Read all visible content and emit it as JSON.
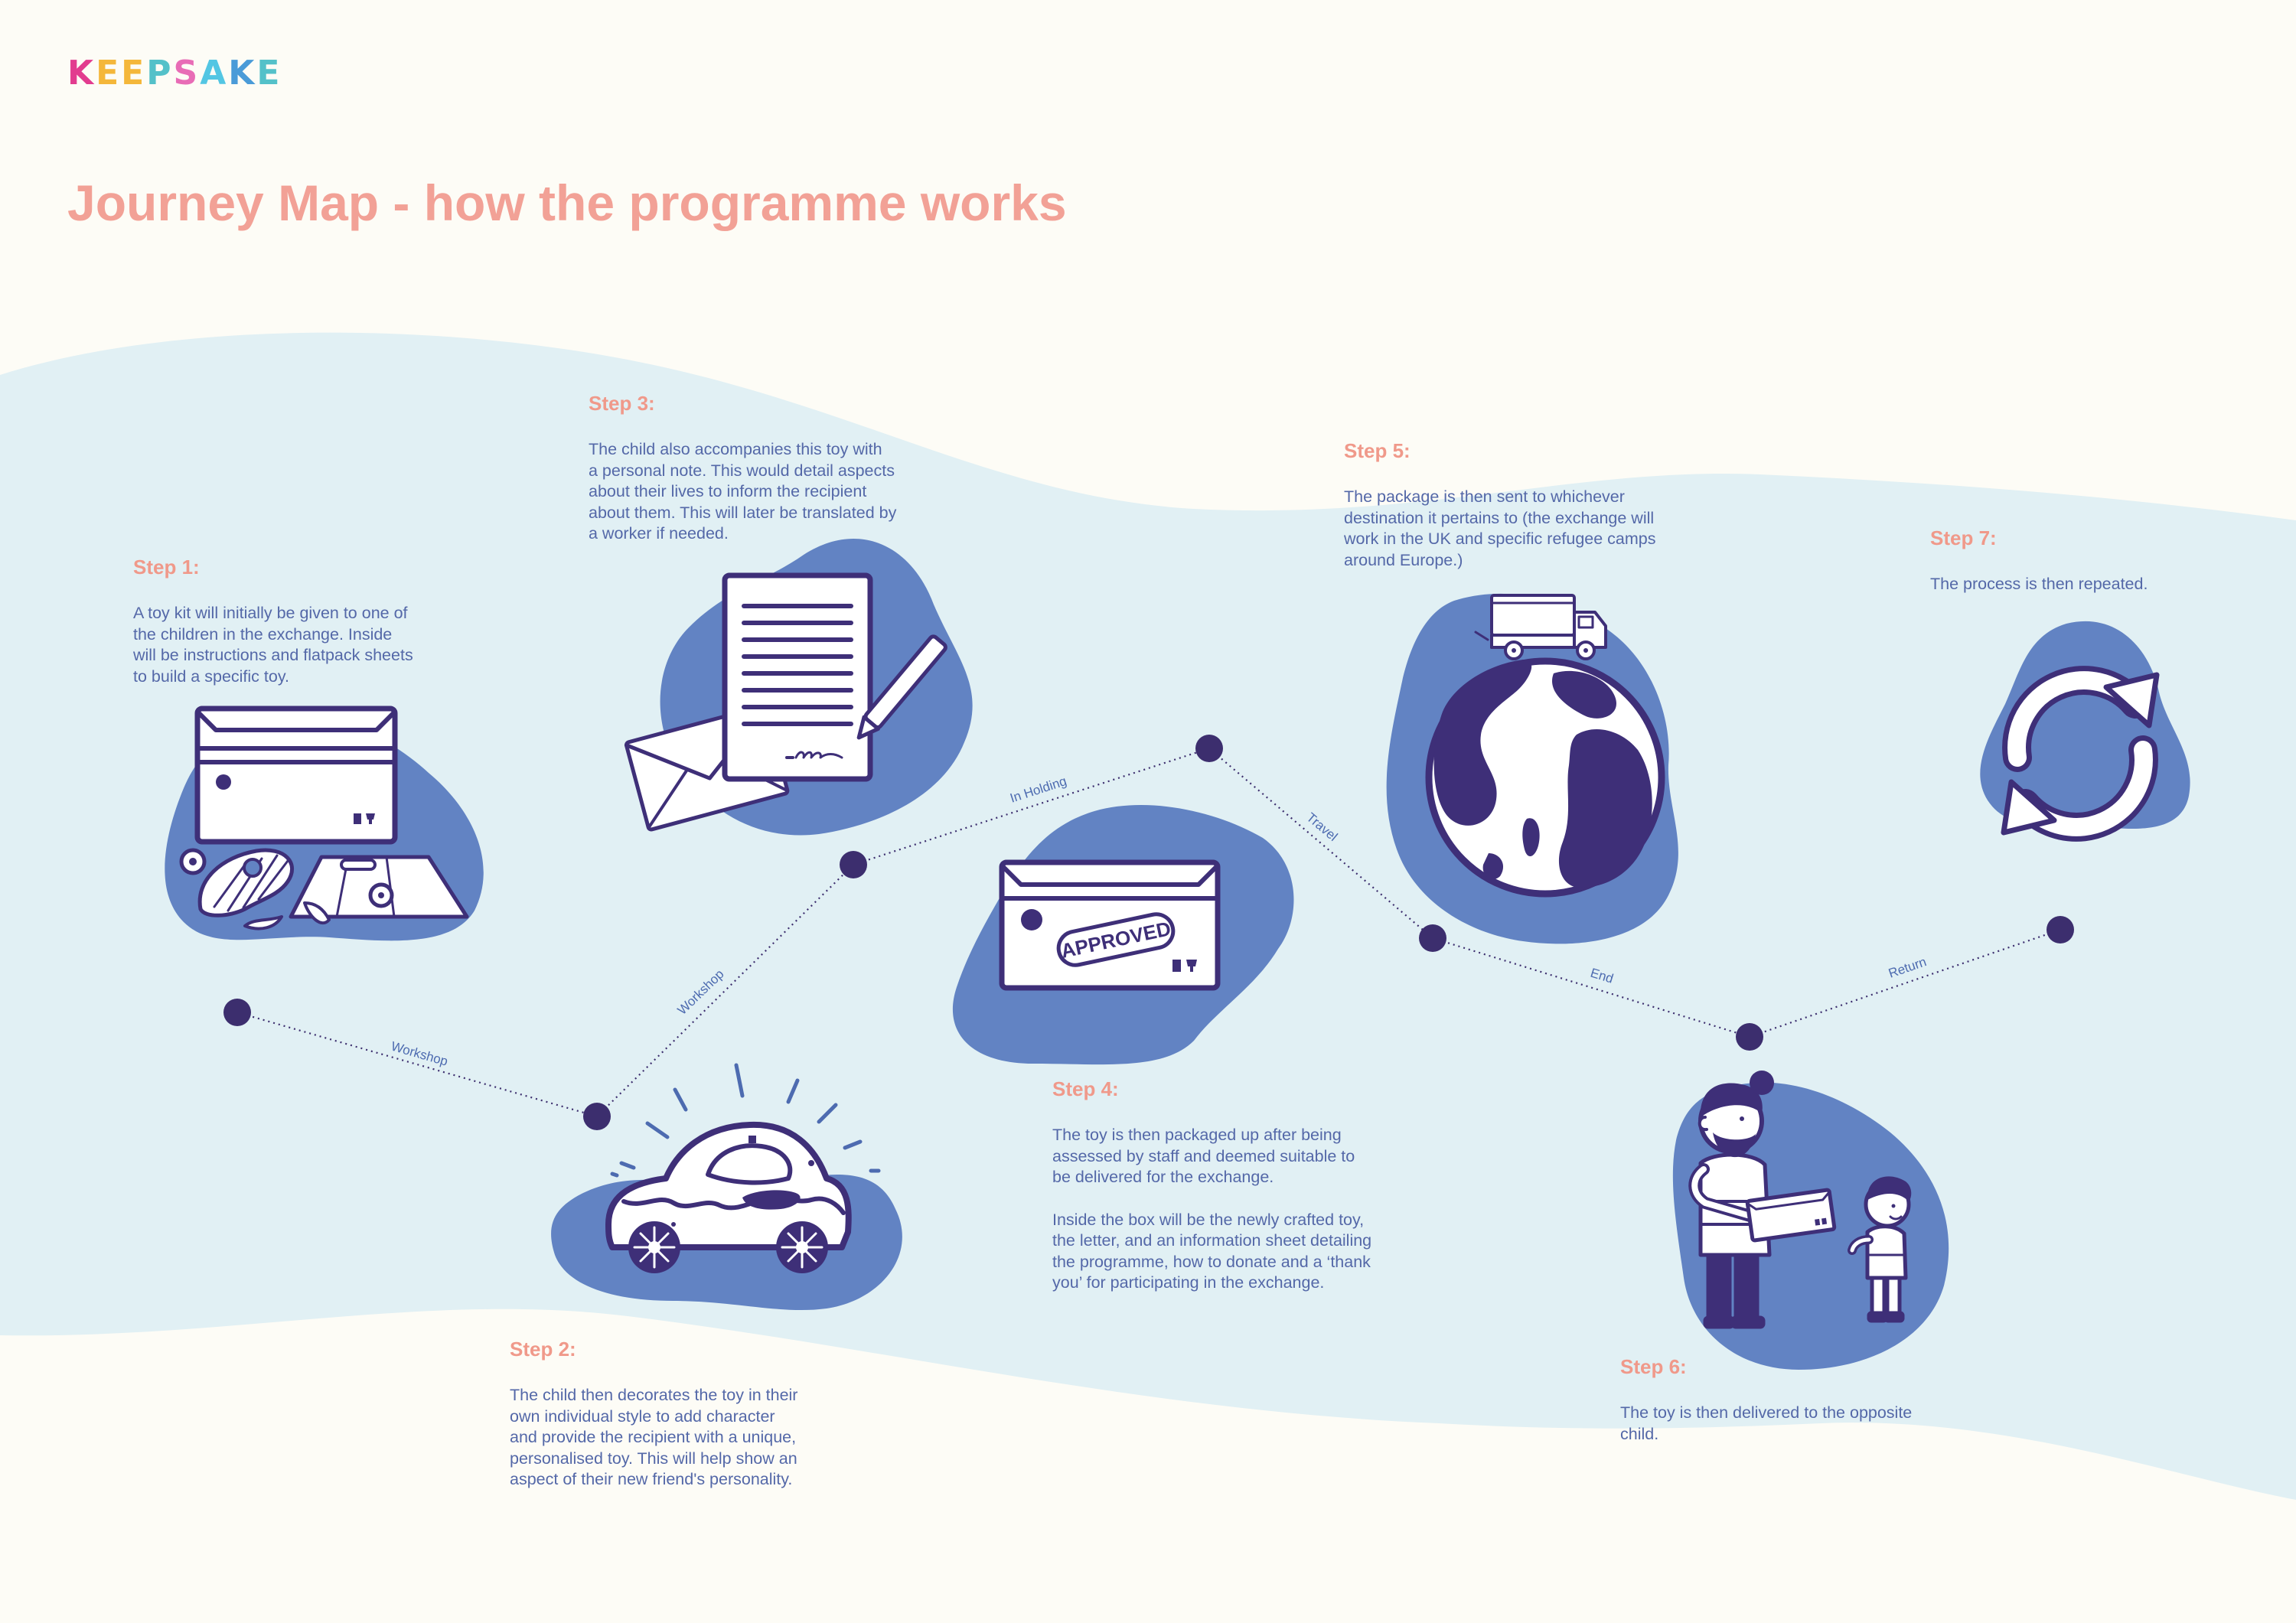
{
  "brand": {
    "logo_letters": [
      "K",
      "E",
      "E",
      "P",
      "S",
      "A",
      "K",
      "E"
    ]
  },
  "colors": {
    "logo": [
      "#E23C8F",
      "#F4B73A",
      "#F4B73A",
      "#54C1C9",
      "#E86CB6",
      "#53C6E3",
      "#4A9BD8",
      "#54C1C9"
    ],
    "title": "#F2A196",
    "step_heading": "#F0998A",
    "body_text": "#5468A8",
    "wave": "#E1F0F4",
    "blob": "#6283C3",
    "ink": "#3E2F78",
    "node": "#3C2E6E"
  },
  "page": {
    "title": "Journey Map - how the programme works"
  },
  "steps": [
    {
      "id": "step-1",
      "heading": "Step 1:",
      "paragraphs": [
        "A toy kit will initially be given to one of\nthe children in the exchange. Inside\nwill be instructions and flatpack sheets\nto build a specific toy."
      ],
      "icon": "toy-kit-box-icon"
    },
    {
      "id": "step-2",
      "heading": "Step 2:",
      "paragraphs": [
        "The child then decorates the toy in their\nown individual style to add character\nand provide the recipient with a unique,\npersonalised toy. This will help show an\naspect of their new friend's personality."
      ],
      "icon": "decorated-toy-car-icon"
    },
    {
      "id": "step-3",
      "heading": "Step 3:",
      "paragraphs": [
        "The child also accompanies this toy with\na personal note. This would detail aspects\nabout their lives to inform the recipient\nabout them. This will later be translated by\na worker if needed."
      ],
      "icon": "letter-envelope-icon"
    },
    {
      "id": "step-4",
      "heading": "Step 4:",
      "paragraphs": [
        "The toy is then packaged up after being\nassessed by staff and deemed suitable to\nbe delivered for the exchange.",
        "Inside the box will be the newly crafted toy,\nthe letter, and an information sheet detailing\nthe programme, how to donate and a ‘thank\nyou’ for participating in the exchange."
      ],
      "icon": "approved-package-icon",
      "stamp_text": "APPROVED"
    },
    {
      "id": "step-5",
      "heading": "Step 5:",
      "paragraphs": [
        "The package is then sent to whichever\ndestination it pertains to (the exchange will\nwork in the UK and specific refugee camps\naround Europe.)"
      ],
      "icon": "globe-truck-icon"
    },
    {
      "id": "step-6",
      "heading": "Step 6:",
      "paragraphs": [
        "The toy is then delivered to the opposite\nchild."
      ],
      "icon": "delivery-handover-icon"
    },
    {
      "id": "step-7",
      "heading": "Step 7:",
      "paragraphs": [
        "The process is then repeated."
      ],
      "icon": "repeat-cycle-icon"
    }
  ],
  "journey_path": {
    "edge_labels": [
      "Workshop",
      "Workshop",
      "In Holding",
      "Travel",
      "End",
      "Return"
    ]
  }
}
